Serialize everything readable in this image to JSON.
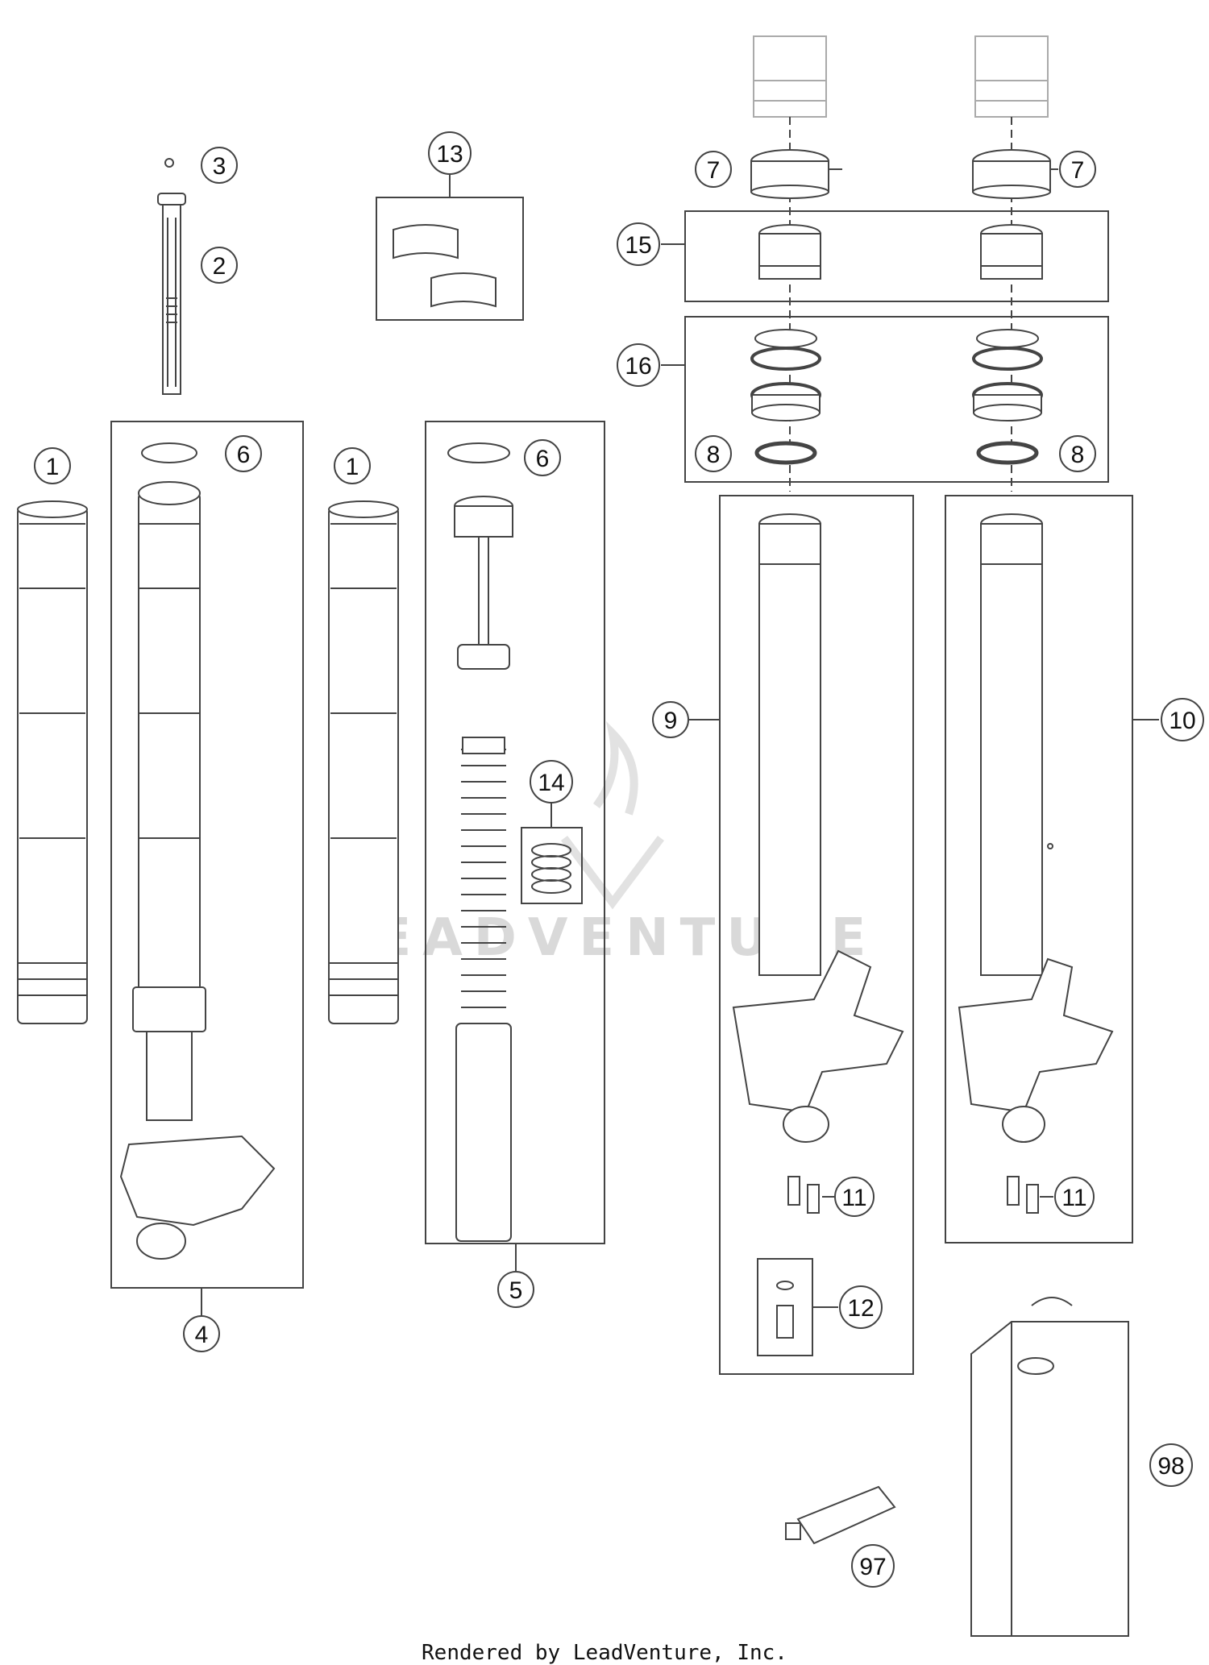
{
  "callouts": {
    "c1a": "1",
    "c1b": "1",
    "c2": "2",
    "c3": "3",
    "c4": "4",
    "c5": "5",
    "c6a": "6",
    "c6b": "6",
    "c7a": "7",
    "c7b": "7",
    "c8a": "8",
    "c8b": "8",
    "c9": "9",
    "c10": "10",
    "c11a": "11",
    "c11b": "11",
    "c12": "12",
    "c13": "13",
    "c14": "14",
    "c15": "15",
    "c16": "16",
    "c97": "97",
    "c98": "98"
  },
  "watermark": "LEADVENTURE",
  "footer": "Rendered by LeadVenture, Inc.",
  "colors": {
    "line": "#444444",
    "part_fill": "#ffffff",
    "watermark": "#d9d9d9"
  }
}
